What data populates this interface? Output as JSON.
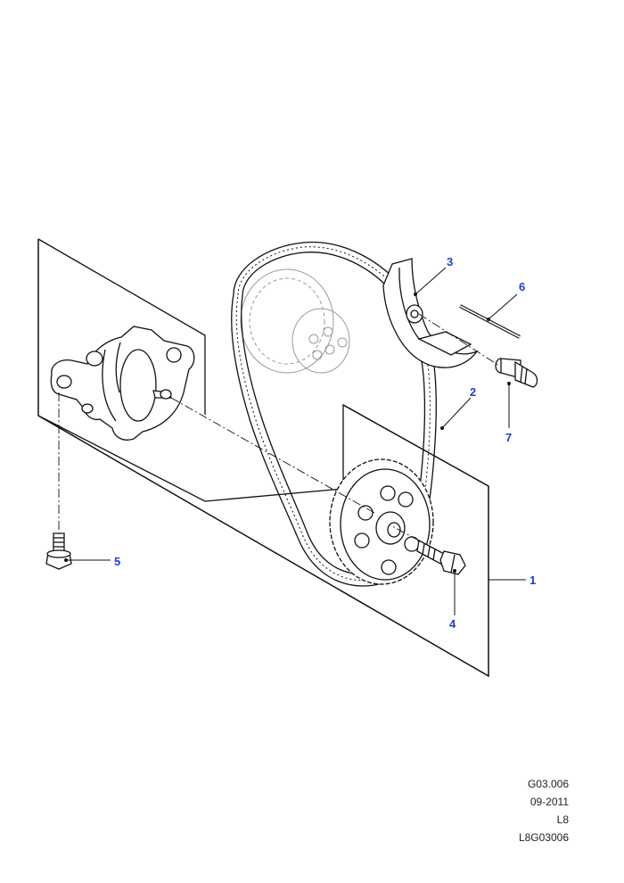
{
  "callouts": {
    "c1": "1",
    "c2": "2",
    "c3": "3",
    "c4": "4",
    "c5": "5",
    "c6": "6",
    "c7": "7"
  },
  "reference": {
    "code": "G03.006",
    "date": "09-2011",
    "model": "L8",
    "drawing_id": "L8G03006"
  },
  "colors": {
    "callout": "#1a3fd6",
    "ink": "#111111"
  }
}
